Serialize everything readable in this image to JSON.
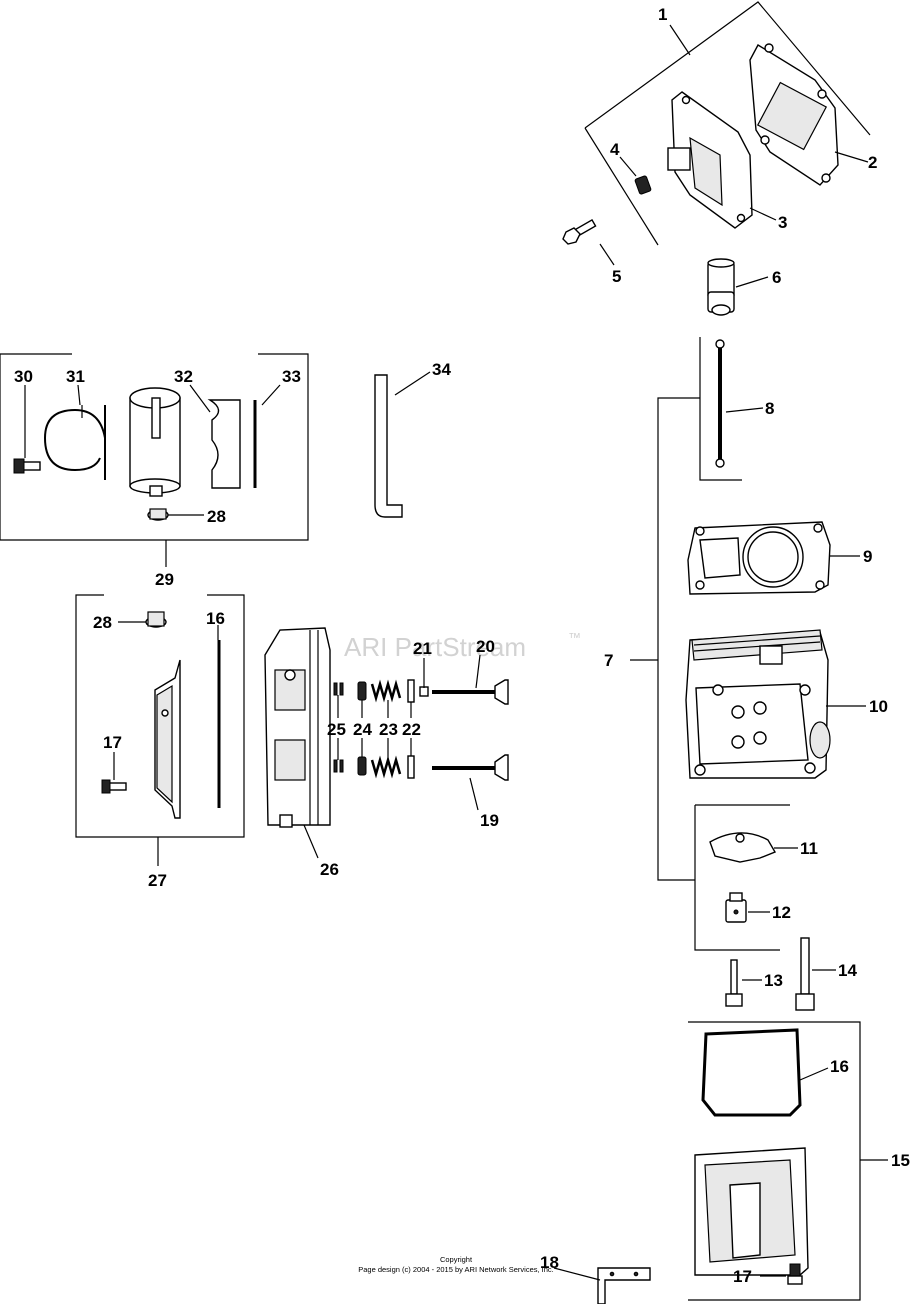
{
  "watermark": "ARI PartStream",
  "watermark_tm": "™",
  "copyright_line1": "Copyright",
  "copyright_line2": "Page design (c) 2004 - 2015 by ARI Network Services, Inc.",
  "callouts": {
    "c1": "1",
    "c2": "2",
    "c3": "3",
    "c4": "4",
    "c5": "5",
    "c6": "6",
    "c7": "7",
    "c8": "8",
    "c9": "9",
    "c10": "10",
    "c11": "11",
    "c12": "12",
    "c13": "13",
    "c14": "14",
    "c15": "15",
    "c16a": "16",
    "c16b": "16",
    "c17a": "17",
    "c17b": "17",
    "c18": "18",
    "c19": "19",
    "c20": "20",
    "c21": "21",
    "c22": "22",
    "c23": "23",
    "c24": "24",
    "c25": "25",
    "c26": "26",
    "c27": "27",
    "c28a": "28",
    "c28b": "28",
    "c29": "29",
    "c30": "30",
    "c31": "31",
    "c32": "32",
    "c33": "33",
    "c34": "34"
  }
}
